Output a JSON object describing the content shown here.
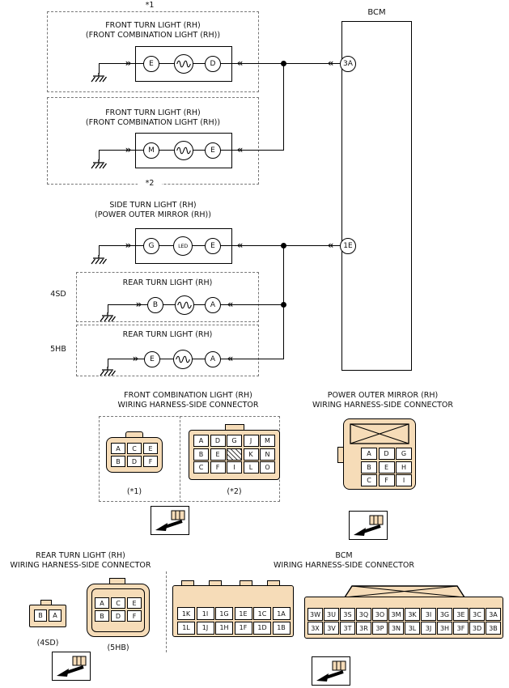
{
  "colors": {
    "connector_fill": "#F6DCB8",
    "line": "#000000",
    "dashed": "#777777"
  },
  "schematic": {
    "bcm": {
      "label": "BCM",
      "pin_top": "3A",
      "pin_bottom": "1E"
    },
    "components": [
      {
        "note": "*1",
        "title": "FRONT TURN LIGHT (RH)",
        "subtitle": "(FRONT COMBINATION LIGHT (RH))",
        "pin_left": "E",
        "pin_right": "D"
      },
      {
        "note": "*2",
        "title": "FRONT TURN LIGHT (RH)",
        "subtitle": "(FRONT COMBINATION LIGHT (RH))",
        "pin_left": "M",
        "pin_right": "E"
      },
      {
        "title": "SIDE TURN LIGHT (RH)",
        "subtitle": "(POWER OUTER MIRROR (RH))",
        "pin_left": "G",
        "pin_right": "E",
        "bulb_label": "LED"
      },
      {
        "tag": "4SD",
        "title": "REAR TURN LIGHT (RH)",
        "pin_left": "B",
        "pin_right": "A"
      },
      {
        "tag": "5HB",
        "title": "REAR TURN LIGHT (RH)",
        "pin_left": "E",
        "pin_right": "A"
      }
    ]
  },
  "connector_section": {
    "front_combination": {
      "heading1": "FRONT COMBINATION LIGHT (RH)",
      "heading2": "WIRING HARNESS-SIDE CONNECTOR",
      "connector1": {
        "label": "(*1)",
        "rows": [
          [
            "A",
            "C",
            "E"
          ],
          [
            "B",
            "D",
            "F"
          ]
        ]
      },
      "connector2": {
        "label": "(*2)",
        "rows": [
          [
            "A",
            "D",
            "G",
            "J",
            "M"
          ],
          [
            "B",
            "E",
            "#",
            "K",
            "N"
          ],
          [
            "C",
            "F",
            "I",
            "L",
            "O"
          ]
        ]
      }
    },
    "power_outer_mirror": {
      "heading1": "POWER OUTER MIRROR (RH)",
      "heading2": "WIRING HARNESS-SIDE CONNECTOR",
      "rows": [
        [
          "A",
          "D",
          "G"
        ],
        [
          "B",
          "E",
          "H"
        ],
        [
          "C",
          "F",
          "I"
        ]
      ]
    },
    "rear_turn": {
      "heading1": "REAR TURN LIGHT (RH)",
      "heading2": "WIRING HARNESS-SIDE CONNECTOR",
      "connector_4sd": {
        "label": "(4SD)",
        "rows": [
          [
            "B",
            "A"
          ]
        ]
      },
      "connector_5hb": {
        "label": "(5HB)",
        "rows": [
          [
            "A",
            "C",
            "E"
          ],
          [
            "B",
            "D",
            "F"
          ]
        ]
      }
    },
    "bcm": {
      "heading1": "BCM",
      "heading2": "WIRING HARNESS-SIDE CONNECTOR",
      "connector_1x": {
        "rows": [
          [
            "1K",
            "1I",
            "1G",
            "1E",
            "1C",
            "1A"
          ],
          [
            "1L",
            "1J",
            "1H",
            "1F",
            "1D",
            "1B"
          ]
        ]
      },
      "connector_3x": {
        "rows": [
          [
            "3W",
            "3U",
            "3S",
            "3Q",
            "3O",
            "3M",
            "3K",
            "3I",
            "3G",
            "3E",
            "3C",
            "3A"
          ],
          [
            "3X",
            "3V",
            "3T",
            "3R",
            "3P",
            "3N",
            "3L",
            "3J",
            "3H",
            "3F",
            "3D",
            "3B"
          ]
        ]
      }
    }
  }
}
